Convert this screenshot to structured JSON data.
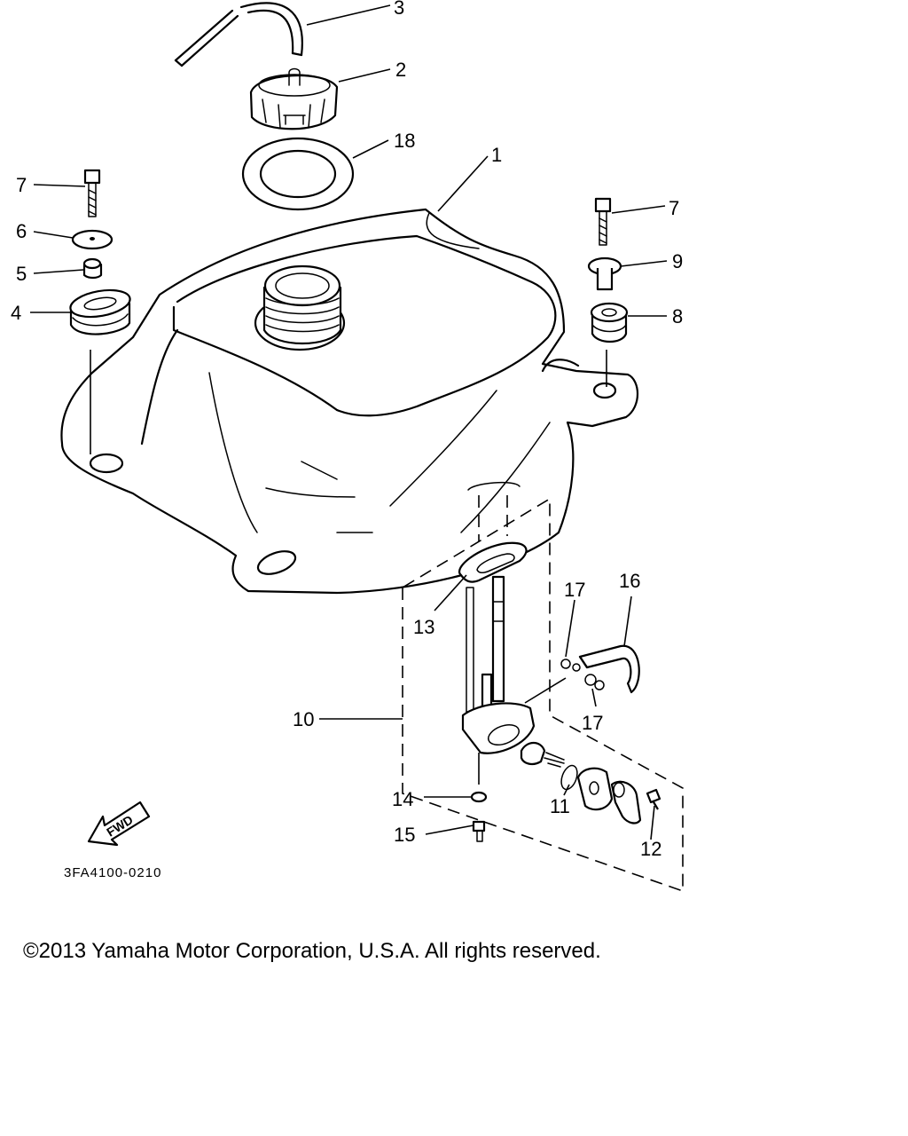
{
  "diagram": {
    "callouts": {
      "c1": "1",
      "c2": "2",
      "c3": "3",
      "c4": "4",
      "c5": "5",
      "c6": "6",
      "c7a": "7",
      "c7b": "7",
      "c8": "8",
      "c9": "9",
      "c10": "10",
      "c11": "11",
      "c12": "12",
      "c13": "13",
      "c14": "14",
      "c15": "15",
      "c16": "16",
      "c17a": "17",
      "c17b": "17",
      "c18": "18"
    },
    "part_code": "3FA4100-0210",
    "fwd_label": "FWD"
  },
  "footer": {
    "copyright": "©2013 Yamaha Motor Corporation, U.S.A. All rights reserved."
  }
}
